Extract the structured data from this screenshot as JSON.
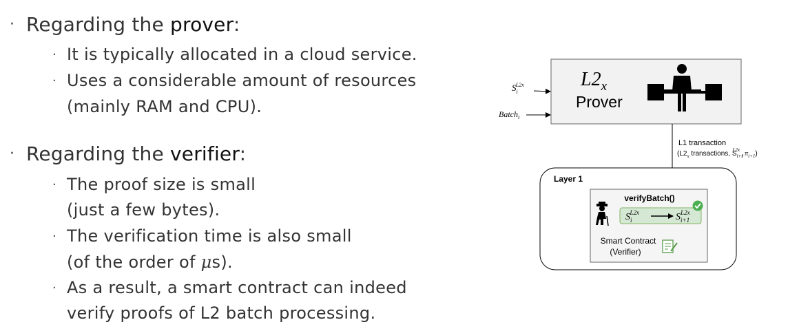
{
  "left": {
    "prover_section": {
      "lead": "Regarding the ",
      "keyword": "prover",
      "tail": ":",
      "items": [
        "It is typically allocated in a cloud service.",
        "Uses a considerable amount of resources",
        "(mainly RAM and CPU)."
      ]
    },
    "verifier_section": {
      "lead": "Regarding the ",
      "keyword": "verifier",
      "tail": ":",
      "items": [
        "The proof size is small",
        "(just a few bytes).",
        "The verification time is also small",
        "(of the order of ",
        "μ",
        "s).",
        "As a result, a smart contract can indeed",
        "verify proofs of L2 batch processing."
      ]
    },
    "bullet_glyph": "·"
  },
  "diagram": {
    "prover_box": {
      "title_main": "L2",
      "title_sub": "x",
      "label": "Prover"
    },
    "inputs": {
      "state_base": "S",
      "state_sub": "i",
      "state_sup": "L2x",
      "batch_base": "Batch",
      "batch_sub": "i"
    },
    "transaction": {
      "label": "L1 transaction",
      "detail_prefix": "(L2",
      "detail_x": "x",
      "detail_mid": " transactions, S",
      "detail_sub": "i+1",
      "detail_sup": "L2x",
      "detail_pi": ", π",
      "detail_pi_sub": "i+1",
      "detail_close": ")"
    },
    "layer1": {
      "label": "Layer 1",
      "function": "verifyBatch()",
      "from_base": "S",
      "from_sub": "i",
      "from_sup": "L2x",
      "to_base": "S",
      "to_sub": "i+1",
      "to_sup": "L2x",
      "contract_line1": "Smart Contract",
      "contract_line2": "(Verifier)"
    },
    "colors": {
      "prover_fill": "#f2f2f2",
      "green_fill": "#d5e8d4",
      "green_stroke": "#82b366",
      "check_green": "#4caf50",
      "inner_fill": "#f5f5f5"
    },
    "icons": [
      "weightlifter-icon",
      "old-man-icon",
      "contract-icon",
      "check-icon"
    ]
  }
}
